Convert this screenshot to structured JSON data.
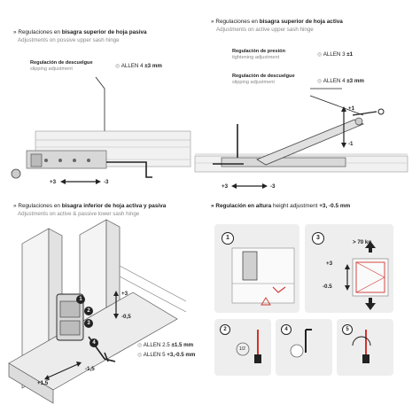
{
  "section_tl": {
    "heading_prefix": "» Regulaciones en ",
    "heading_bold": "bisagra superior de hoja pasiva",
    "subtitle": "Adjustments on possive upper sash hinge",
    "callout_es": "Regulación de descuelgue",
    "callout_en": "slipping adjustment",
    "allen_text": "ALLEN 4 ",
    "allen_bold": "±3 mm",
    "plus_label": "+3",
    "minus_label": "-3"
  },
  "section_tr": {
    "heading_prefix": "» Regulaciones en ",
    "heading_bold": "bisagra superior de hoja activa",
    "subtitle": "Adjustments on active upper sash hinge",
    "pressure_es": "Regulación de presión",
    "pressure_en": "tightening adjustment",
    "pressure_allen": "ALLEN 3 ",
    "pressure_bold": "±1",
    "slip_es": "Regulación de descuelgue",
    "slip_en": "slipping adjustment",
    "slip_allen": "ALLEN 4 ",
    "slip_bold": "±3 mm",
    "plus_vert": "+1",
    "minus_vert": "-1",
    "plus_horiz": "+3",
    "minus_horiz": "-3"
  },
  "section_bl": {
    "heading_prefix": "» Regulaciones en ",
    "heading_bold": "bisagra inferior de hoja activa y pasiva",
    "subtitle": "Adjustments on active & passive lower sash hinge",
    "height_plus": "+3",
    "height_minus": "-0,5",
    "markers": [
      "1",
      "2",
      "3",
      "4"
    ],
    "allen_small": "ALLEN 2.5 ",
    "allen_small_bold": "±1.5 mm",
    "allen_large": "ALLEN 5 ",
    "allen_large_bold": "+3,-0.5 mm",
    "diag_minus": "-1,5",
    "diag_plus": "+1,5"
  },
  "section_br": {
    "heading_prefix": "» Regulación en altura ",
    "heading_plain": "height adjustment ",
    "heading_bold": "+3, -0.5 mm",
    "step1": "1",
    "step3": "3",
    "step2": "2",
    "step4": "4",
    "step5": "5",
    "weight_label": "> 70 kg",
    "plus_label": "+3",
    "minus_label": "-0.5",
    "fraction_label": "1/2"
  },
  "colors": {
    "accent_red": "#d0342c",
    "panel_gray": "#eeeeee",
    "line_gray": "#8a8a8a"
  }
}
